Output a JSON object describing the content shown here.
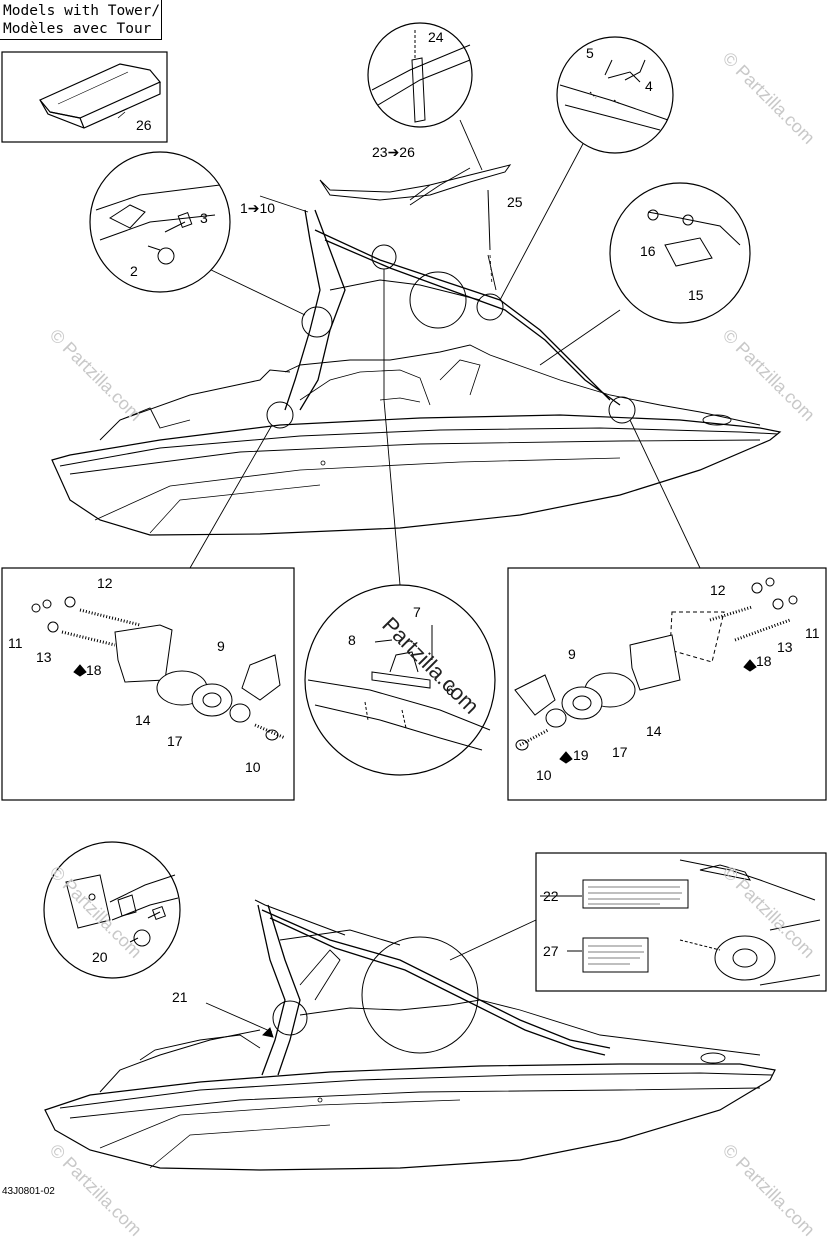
{
  "header": {
    "title_line1": "Models with Tower/",
    "title_line2": "Modèles avec Tour"
  },
  "footer": {
    "code": "43J0801-02"
  },
  "watermark": {
    "text": "© Partzilla.com",
    "center_text": "Partzilla.com"
  },
  "callouts": {
    "c26a": "26",
    "c24": "24",
    "c5": "5",
    "c4": "4",
    "c23_26": "23➔26",
    "c25": "25",
    "c1_10": "1➔10",
    "c3": "3",
    "c2": "2",
    "c16": "16",
    "c15": "15",
    "c12a": "12",
    "c11a": "11",
    "c13a": "13",
    "c18a": "18",
    "c9a": "9",
    "c14a": "14",
    "c17a": "17",
    "c10a": "10",
    "c7": "7",
    "c8": "8",
    "c6": "6",
    "c12b": "12",
    "c13b": "13",
    "c11b": "11",
    "c18b": "18",
    "c9b": "9",
    "c14b": "14",
    "c17b": "17",
    "c19": "19",
    "c10b": "10",
    "c22": "22",
    "c27": "27",
    "c20": "20",
    "c21": "21"
  }
}
